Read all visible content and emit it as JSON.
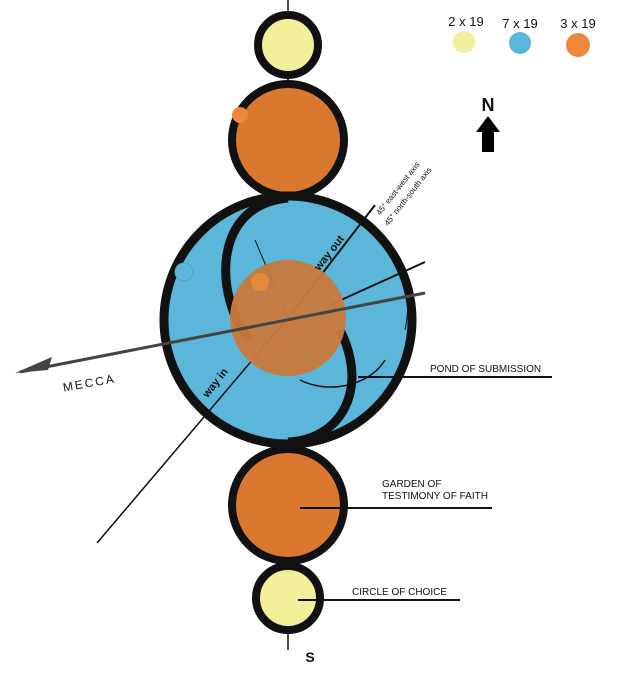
{
  "legend": [
    {
      "label": "2 x 19",
      "color": "#f2ef9a"
    },
    {
      "label": "7 x 19",
      "color": "#5bb6d9"
    },
    {
      "label": "3 x 19",
      "color": "#f0863a"
    }
  ],
  "north_label": "N",
  "south_label": "S",
  "mecca_label": "MECCA",
  "axis_labels": {
    "east_west": "45° east-west axis",
    "north_south": "45° north-south axis"
  },
  "path_labels": {
    "way_out": "way out",
    "way_in": "way in"
  },
  "callouts": {
    "pond": "POND OF SUBMISSION",
    "garden_line1": "GARDEN OF",
    "garden_line2": "TESTIMONY OF FAITH",
    "circle": "CIRCLE OF CHOICE"
  },
  "colors": {
    "yellow": "#f2ef9a",
    "blue": "#5bb6d9",
    "orange": "#d9782e",
    "ink": "#111111"
  }
}
